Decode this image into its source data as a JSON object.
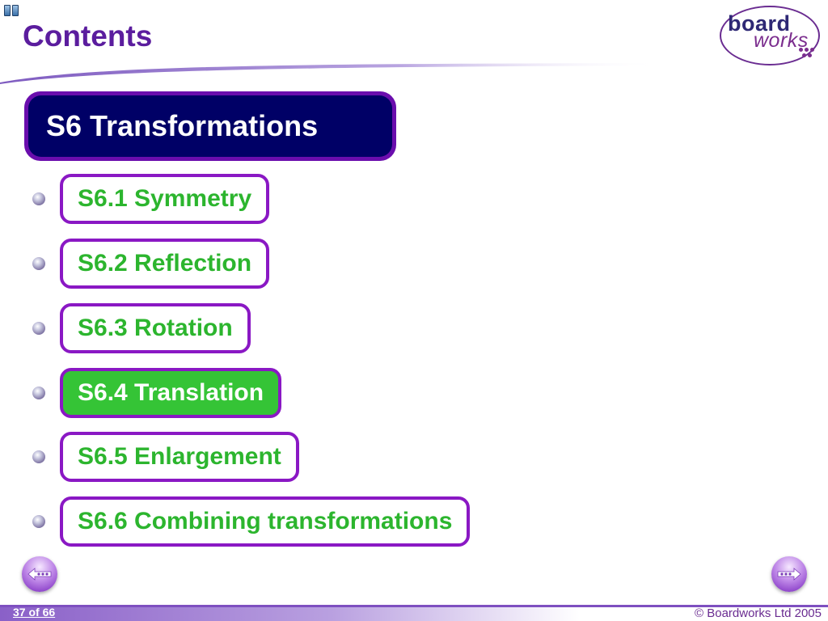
{
  "header": {
    "title": "Contents",
    "logo": {
      "word1": "board",
      "word2": "works"
    }
  },
  "section": {
    "title": "S6 Transformations"
  },
  "menu": {
    "items": [
      {
        "label": "S6.1 Symmetry",
        "active": false
      },
      {
        "label": "S6.2 Reflection",
        "active": false
      },
      {
        "label": "S6.3 Rotation",
        "active": false
      },
      {
        "label": "S6.4 Translation",
        "active": true
      },
      {
        "label": "S6.5 Enlargement",
        "active": false
      },
      {
        "label": "S6.6 Combining transformations",
        "active": false
      }
    ]
  },
  "footer": {
    "page_counter": "37 of 66",
    "copyright": "© Boardworks Ltd 2005"
  },
  "icons": {
    "top_left": "slide-sorter-icon",
    "prev": "prev-arrow-icon",
    "next": "next-arrow-icon"
  },
  "colors": {
    "title_purple": "#5b1d9e",
    "section_bg": "#000066",
    "section_border": "#6a0dad",
    "item_border": "#8a18c4",
    "item_text_green": "#2cb52e",
    "active_bg": "#35c436"
  }
}
